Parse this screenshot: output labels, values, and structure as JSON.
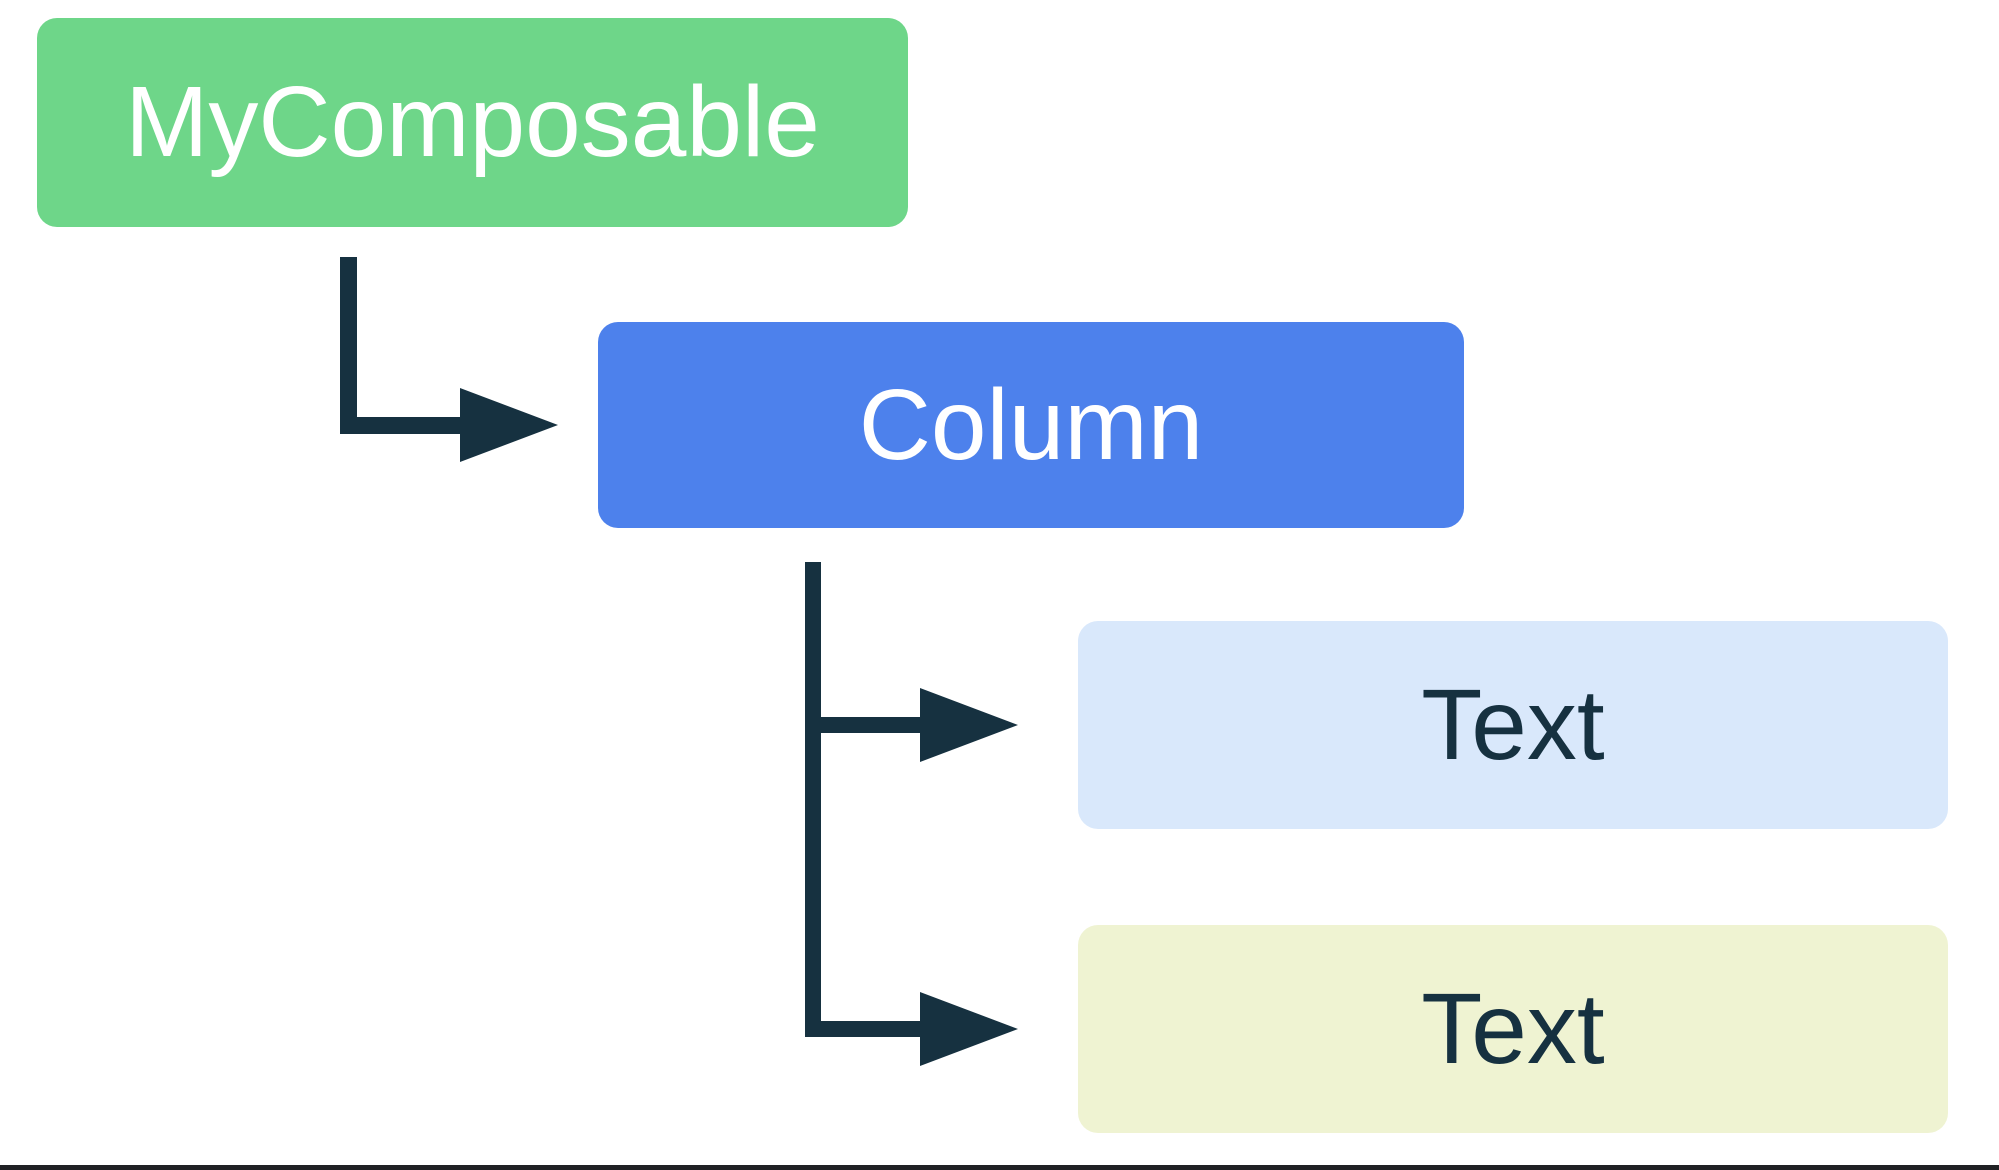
{
  "diagram": {
    "type": "tree",
    "description": "Composable UI hierarchy diagram",
    "nodes": [
      {
        "id": "my-composable",
        "label": "MyComposable",
        "level": 0,
        "fill": "#6ED689",
        "text_color": "#FFFFFF"
      },
      {
        "id": "column",
        "label": "Column",
        "level": 1,
        "fill": "#4D81EC",
        "text_color": "#FFFFFF"
      },
      {
        "id": "text-1",
        "label": "Text",
        "level": 2,
        "fill": "#D9E8FB",
        "text_color": "#163140"
      },
      {
        "id": "text-2",
        "label": "Text",
        "level": 2,
        "fill": "#EFF3D2",
        "text_color": "#163140"
      }
    ],
    "edges": [
      {
        "from": "my-composable",
        "to": "column",
        "style": "elbow-arrow"
      },
      {
        "from": "column",
        "to": "text-1",
        "style": "elbow-arrow"
      },
      {
        "from": "column",
        "to": "text-2",
        "style": "elbow-arrow"
      }
    ]
  },
  "colors": {
    "c-bg": "#FFFFFF",
    "c-green": "#6ED689",
    "c-blue": "#4D81EC",
    "c-lightblue": "#D9E8FB",
    "c-paleyellow": "#EFF3D2",
    "c-dark": "#163140",
    "c-white": "#FFFFFF",
    "c-border": "#202124"
  }
}
